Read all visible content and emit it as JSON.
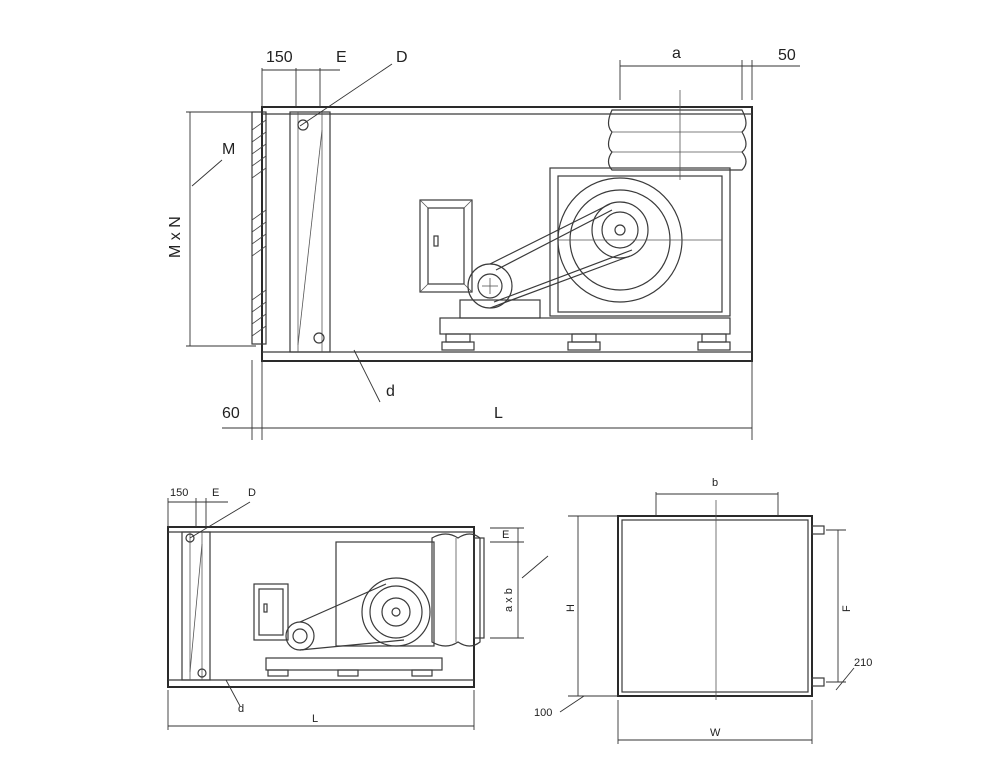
{
  "top_view": {
    "labels": {
      "dim_150": "150",
      "dim_E": "E",
      "dim_D": "D",
      "dim_a": "a",
      "dim_50": "50",
      "dim_M": "M",
      "dim_MxN": "M x N",
      "dim_d": "d",
      "dim_60": "60",
      "dim_L": "L"
    }
  },
  "bottom_left_view": {
    "labels": {
      "dim_150": "150",
      "dim_E": "E",
      "dim_D": "D",
      "dim_E_side": "E",
      "dim_axb": "a x b",
      "dim_d": "d",
      "dim_L": "L"
    }
  },
  "bottom_right_view": {
    "labels": {
      "dim_b": "b",
      "dim_H": "H",
      "dim_F": "F",
      "dim_210": "210",
      "dim_100": "100",
      "dim_W": "W"
    }
  },
  "colors": {
    "line": "#3a3a3a",
    "background": "#ffffff"
  }
}
